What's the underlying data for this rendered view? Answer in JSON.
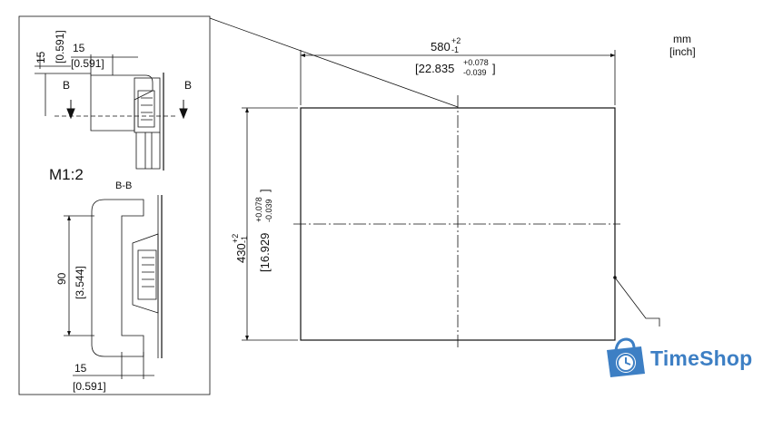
{
  "units": {
    "primary": "mm",
    "secondary": "[inch]"
  },
  "front_view": {
    "width_nominal": "580",
    "width_tol_upper": "+2",
    "width_tol_lower": "-1",
    "width_inch_open": "[22.835",
    "width_inch_tol_upper": "+0.078",
    "width_inch_tol_lower": "-0.039",
    "width_inch_close": "]",
    "height_nominal": "430",
    "height_tol_upper": "+2",
    "height_tol_lower": "-1",
    "height_inch_open": "[16.929",
    "height_inch_tol_upper": "+0.078",
    "height_inch_tol_lower": "-0.039",
    "height_inch_close": "]"
  },
  "detail_view": {
    "scale": "M1:2",
    "section_mark": "B",
    "section_label": "B-B",
    "top_vertical_dim": "15",
    "top_vertical_dim_inch": "[0.591]",
    "top_horizontal_dim": "15",
    "top_horizontal_dim_inch": "[0.591]",
    "depth_dim": "90",
    "depth_dim_inch": "[3.544]",
    "bottom_dim": "15",
    "bottom_dim_inch": "[0.591]"
  },
  "brand": {
    "name": "TimeShop",
    "color": "#3d7fc4"
  }
}
